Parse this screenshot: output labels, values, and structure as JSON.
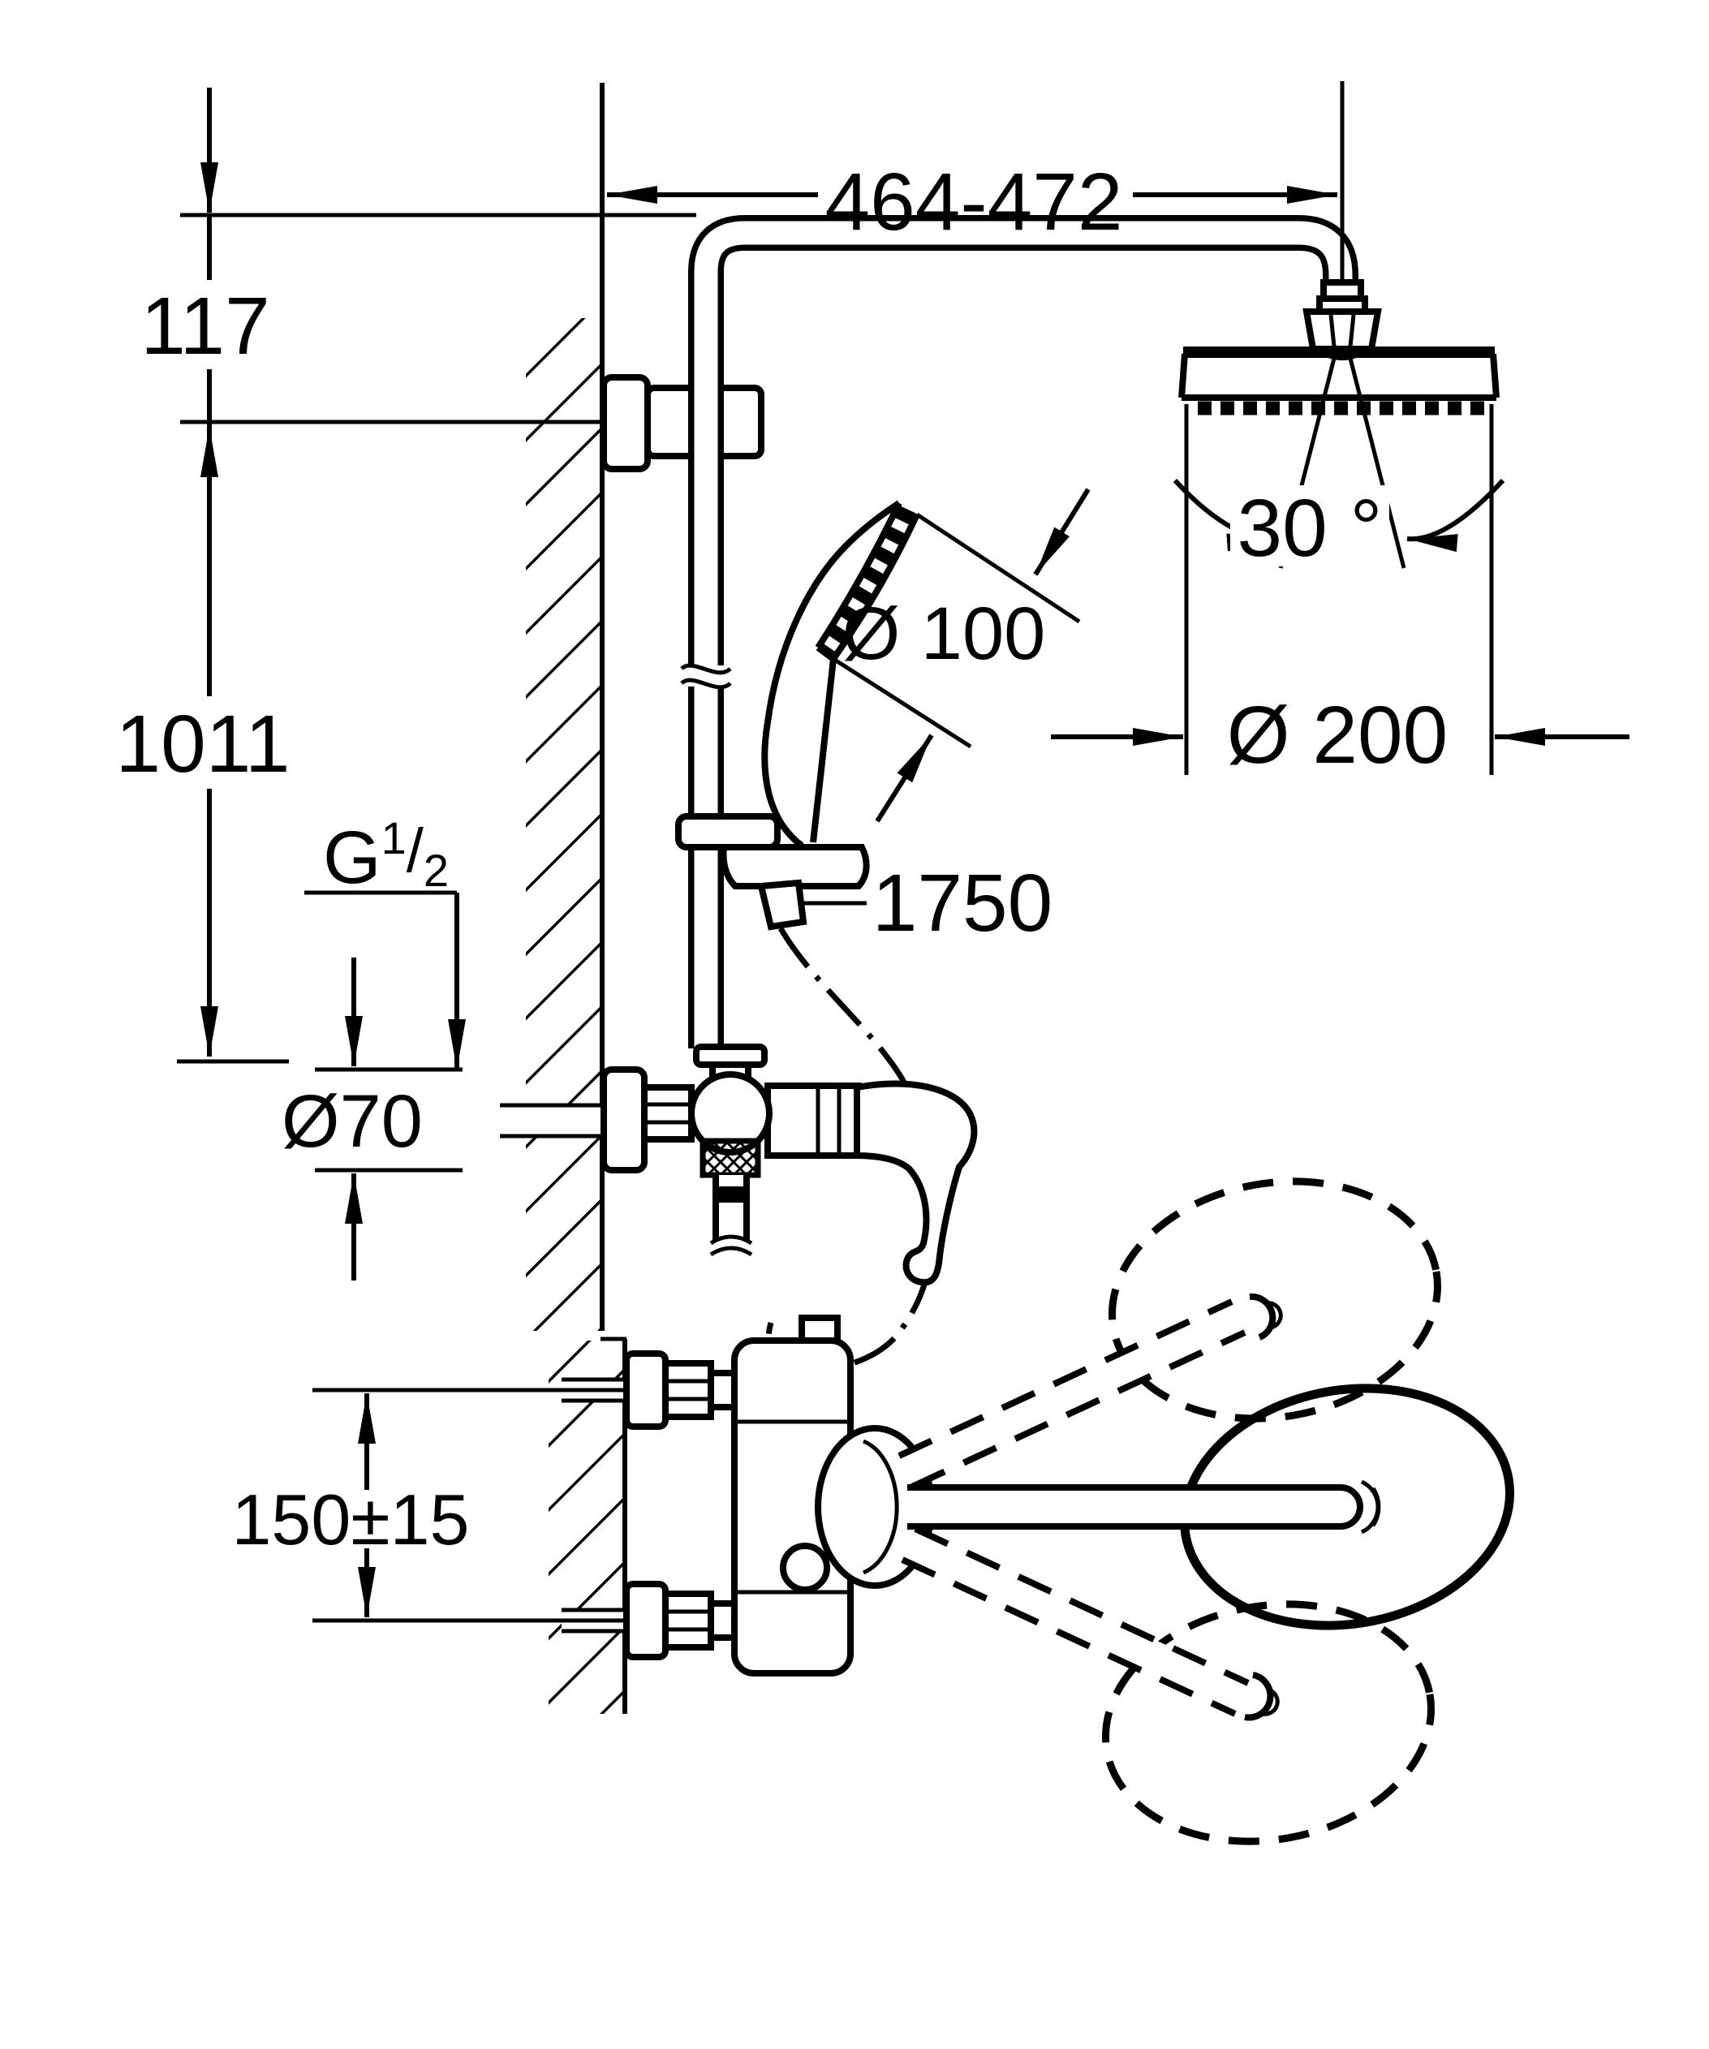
{
  "labels": {
    "width_range": "464-472",
    "wall_offset": "117",
    "rail_height": "1011",
    "thread_g": "G",
    "thread_num": "1",
    "thread_slash": "/",
    "thread_den": "2",
    "flange_diameter": "Ø70",
    "handshower_diameter": "Ø 100",
    "hose_length": "1750",
    "spray_angle": "30 °",
    "headshower_diameter": "Ø 200",
    "union_spacing": "150±15"
  },
  "colors": {
    "line": "#000000",
    "background": "#ffffff"
  }
}
